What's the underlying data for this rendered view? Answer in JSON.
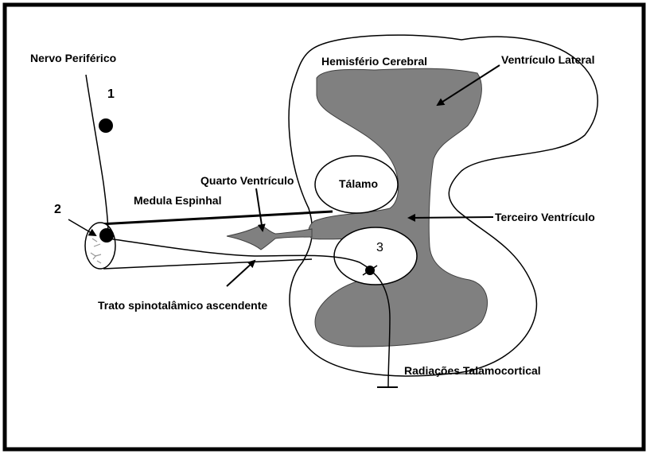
{
  "labels": {
    "nervo_periferico": "Nervo Periférico",
    "hemisferio_cerebral": "Hemisfério Cerebral",
    "ventriculo_lateral": "Ventrículo Lateral",
    "quarto_ventriculo": "Quarto Ventrículo",
    "talamo": "Tálamo",
    "medula_espinhal": "Medula Espinhal",
    "terceiro_ventriculo": "Terceiro Ventrículo",
    "trato_spinotalamico": "Trato spinotalâmico ascendente",
    "radiacoes_talamocortical": "Radiações Talamocortical"
  },
  "numbers": {
    "n1": "1",
    "n2": "2",
    "n3": "3"
  },
  "colors": {
    "ventricle_fill": "#808080",
    "line": "#000000",
    "background": "#ffffff"
  }
}
